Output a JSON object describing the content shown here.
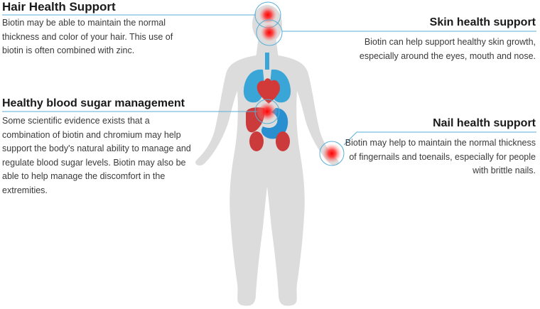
{
  "sections": {
    "hair": {
      "title": "Hair Health Support",
      "text": "Biotin may be able to maintain the normal thickness and color of your hair. This use of biotin is often combined with zinc."
    },
    "skin": {
      "title": "Skin health support",
      "text": "Biotin can help support healthy skin growth, especially around the eyes, mouth and nose."
    },
    "blood": {
      "title": "Healthy blood sugar management",
      "text": "Some scientific evidence exists that a combination of biotin and chromium may help support the body's natural ability to manage and regulate blood sugar levels. Biotin may also be able to help manage the discomfort in the extremities."
    },
    "nail": {
      "title": "Nail health support",
      "text": "Biotin may help to maintain the normal thickness of fingernails and toenails, especially for people with brittle nails."
    }
  },
  "colors": {
    "body": "#dcdcdc",
    "lungs": "#3aa6d8",
    "stomach": "#2a8fd0",
    "organs_red": "#cc3b3b",
    "heart": "#d23a3a",
    "leader_line": "#5aaed6",
    "hotspot": "#ff1a1a"
  }
}
